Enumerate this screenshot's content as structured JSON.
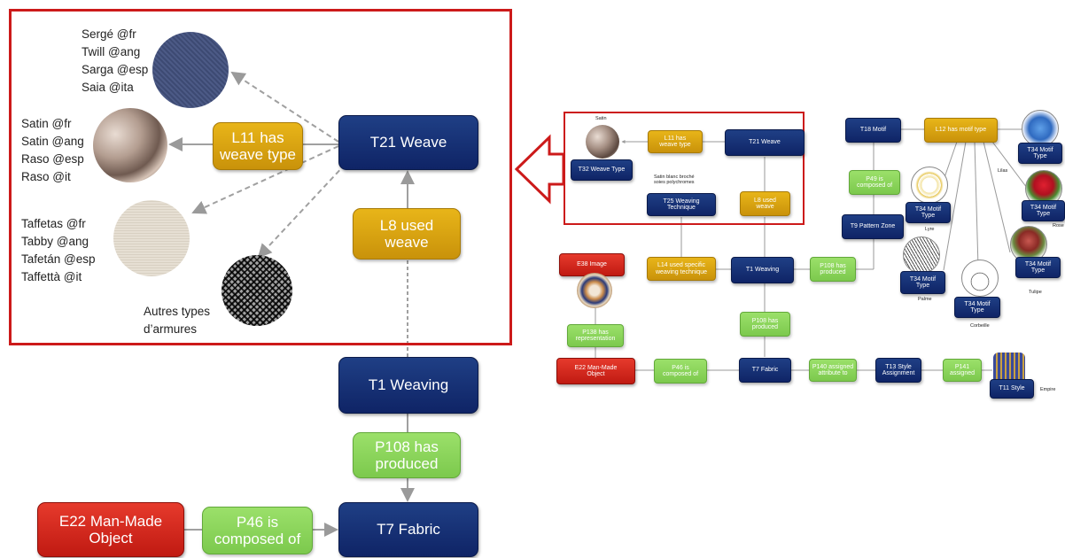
{
  "left": {
    "t21": "T21 Weave",
    "l11": "L11 has\nweave type",
    "l8": "L8 used\nweave",
    "t1": "T1 Weaving",
    "p108": "P108 has\nproduced",
    "t7": "T7 Fabric",
    "p46": "P46 is\ncomposed of",
    "e22": "E22 Man-Made\nObject",
    "twill_labels": "Sergé @fr\nTwill @ang\nSarga @esp\nSaia @ita",
    "satin_labels": "Satin @fr\nSatin @ang\nRaso @esp\nRaso @it",
    "tabby_labels": "Taffetas @fr\nTabby @ang\nTafetán @esp\nTaffettà @it",
    "other_labels": "Autres types\nd’armures"
  },
  "right": {
    "satin_caption": "Satin",
    "l11": "L11 has\nweave type",
    "t21": "T21 Weave",
    "t32": "T32 Weave Type",
    "technique_caption": "Satin blanc broché\nsoies polychromes",
    "t25": "T25 Weaving\nTechnique",
    "l8": "L8 used\nweave",
    "t18": "T18 Motif",
    "l12": "L12 has motif type",
    "p49": "P49 is\ncomposed of",
    "t9": "T9 Pattern Zone",
    "motif": "T34 Motif\nType",
    "motif_captions": [
      "Lilas",
      "Rose",
      "Lyre",
      "Palme",
      "Corbeille",
      "Tulipe"
    ],
    "e38": "E38 Image",
    "l14": "L14 used specific\nweaving technique",
    "t1": "T1 Weaving",
    "p108a": "P108 has\nproduced",
    "p108b": "P108 has\nproduced",
    "p138": "P138 has\nrepresentation",
    "e22": "E22 Man-Made\nObject",
    "p46": "P46 is\ncomposed of",
    "t7": "T7 Fabric",
    "p140": "P140 assigned\nattribute to",
    "t13": "T13 Style\nAssignment",
    "p141": "P141\nassigned",
    "t11": "T11 Style",
    "empire": "Empire"
  },
  "colors": {
    "navy": "#12296e",
    "gold": "#d9a410",
    "green": "#8cd35a",
    "red": "#d42a1e",
    "frame": "#cc1a1a"
  }
}
